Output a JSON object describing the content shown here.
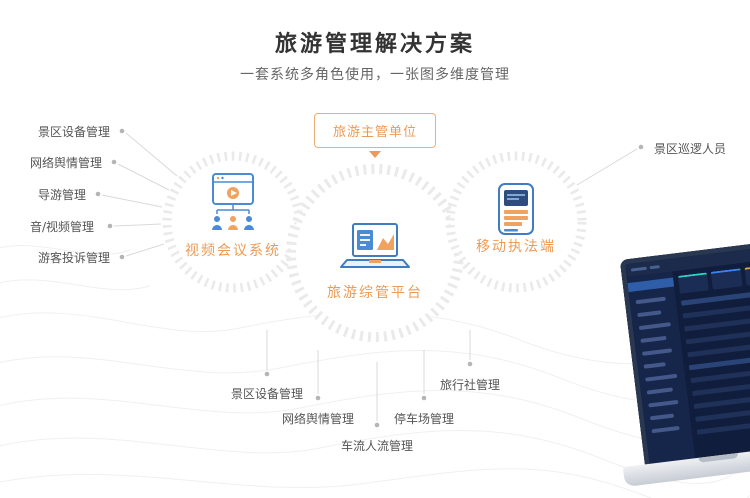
{
  "header": {
    "title": "旅游管理解决方案",
    "subtitle": "一套系统多角色使用，一张图多维度管理"
  },
  "authority_badge": {
    "label": "旅游主管单位"
  },
  "systems": {
    "video_conference": {
      "label": "视频会议系统"
    },
    "platform": {
      "label": "旅游综管平台"
    },
    "mobile_enforcement": {
      "label": "移动执法端"
    }
  },
  "left_items": [
    {
      "label": "景区设备管理"
    },
    {
      "label": "网络舆情管理"
    },
    {
      "label": "导游管理"
    },
    {
      "label": "音/视频管理"
    },
    {
      "label": "游客投诉管理"
    }
  ],
  "right_items": [
    {
      "label": "景区巡逻人员"
    }
  ],
  "bottom_items": [
    {
      "label": "景区设备管理"
    },
    {
      "label": "网络舆情管理"
    },
    {
      "label": "车流人流管理"
    },
    {
      "label": "停车场管理"
    },
    {
      "label": "旅行社管理"
    }
  ],
  "icons": {
    "down_arrow": "triangle-down",
    "video_conference": "video-window-with-team",
    "platform": "laptop-with-chart",
    "mobile_enforcement": "handheld-terminal"
  },
  "colors": {
    "accent_orange": "#EC9B57",
    "icon_blue": "#4A8BD4",
    "ring_gray": "#EAEAEA",
    "connector_gray": "#D9D9D9",
    "dot_gray": "#B5B5B5",
    "title_text": "#333333",
    "label_text": "#555555",
    "dashboard_bg": "#101D3C"
  }
}
